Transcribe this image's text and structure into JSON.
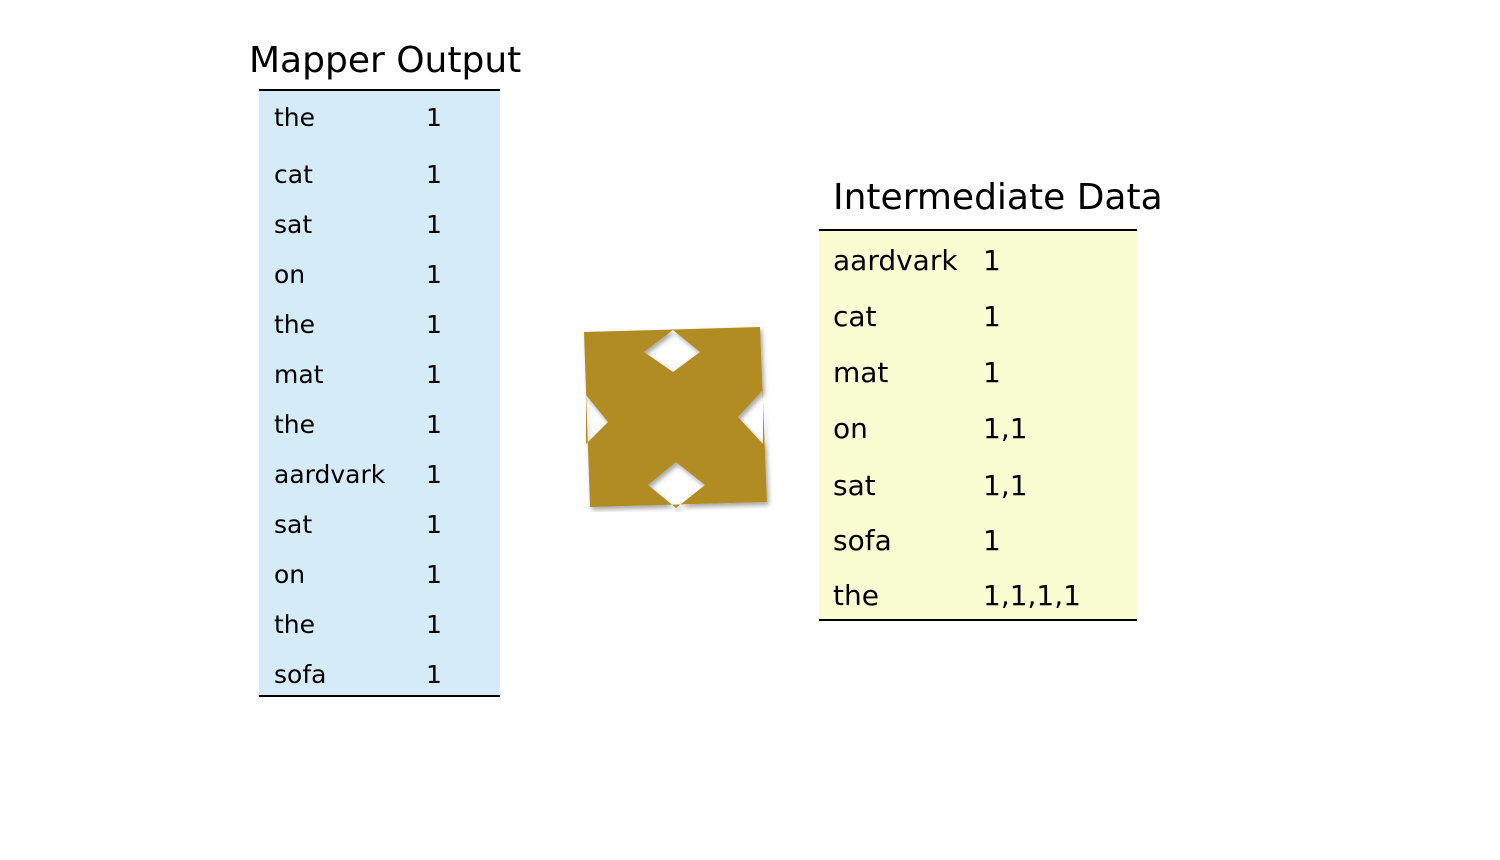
{
  "mapper": {
    "title": "Mapper Output",
    "background": "#d6ebf8",
    "rows": [
      {
        "key": "the",
        "value": "1"
      },
      {
        "key": "cat",
        "value": "1"
      },
      {
        "key": "sat",
        "value": "1"
      },
      {
        "key": "on",
        "value": "1"
      },
      {
        "key": "the",
        "value": "1"
      },
      {
        "key": "mat",
        "value": "1"
      },
      {
        "key": "the",
        "value": "1"
      },
      {
        "key": "aardvark",
        "value": "1"
      },
      {
        "key": "sat",
        "value": "1"
      },
      {
        "key": "on",
        "value": "1"
      },
      {
        "key": "the",
        "value": "1"
      },
      {
        "key": "sofa",
        "value": "1"
      }
    ]
  },
  "intermediate": {
    "title": "Intermediate Data",
    "background": "#fafdd1",
    "rows": [
      {
        "key": "aardvark",
        "value": "1"
      },
      {
        "key": "cat",
        "value": "1"
      },
      {
        "key": "mat",
        "value": "1"
      },
      {
        "key": "on",
        "value": "1,1"
      },
      {
        "key": "sat",
        "value": "1,1"
      },
      {
        "key": "sofa",
        "value": "1"
      },
      {
        "key": "the",
        "value": "1,1,1,1"
      }
    ]
  },
  "shuffle_graphic": {
    "icon": "shuffle-arrows-icon",
    "color": "#b18c23"
  }
}
